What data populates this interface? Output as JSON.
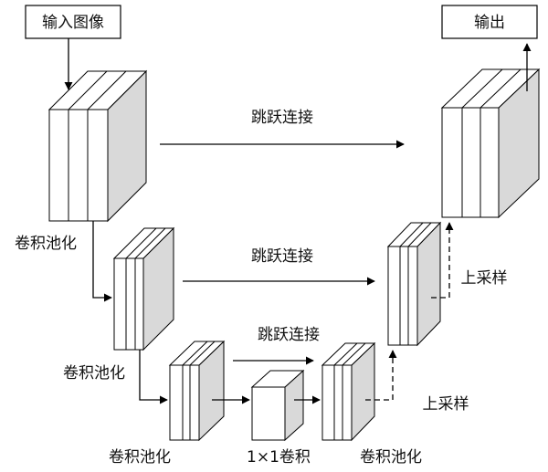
{
  "input_label": "输入图像",
  "output_label": "输出",
  "skip_connection_1": "跳跃连接",
  "skip_connection_2": "跳跃连接",
  "skip_connection_3": "跳跃连接",
  "conv_pool_1": "卷积池化",
  "conv_pool_2": "卷积池化",
  "conv_pool_3": "卷积池化",
  "conv_pool_4": "卷积池化",
  "bottleneck_label": "1×1卷积",
  "upsample_1": "上采样",
  "upsample_2": "上采样"
}
